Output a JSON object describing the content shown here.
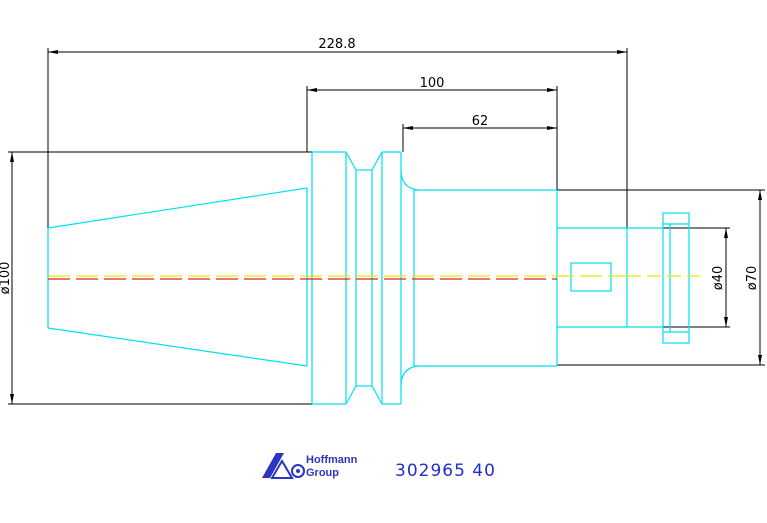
{
  "dimensions": {
    "overall_length": "228.8",
    "length_100": "100",
    "length_62": "62",
    "diameter_100": "ø100",
    "diameter_40": "ø40",
    "diameter_70": "ø70"
  },
  "footer": {
    "logo_line1": "Hoffmann",
    "logo_line2": "Group",
    "part_number": "302965  40"
  },
  "colors": {
    "outline": "#00e0f0",
    "dimension": "#000000",
    "centerline_red": "#e02020",
    "centerline_yellow": "#e8e800",
    "brand_blue": "#2a36c0"
  }
}
